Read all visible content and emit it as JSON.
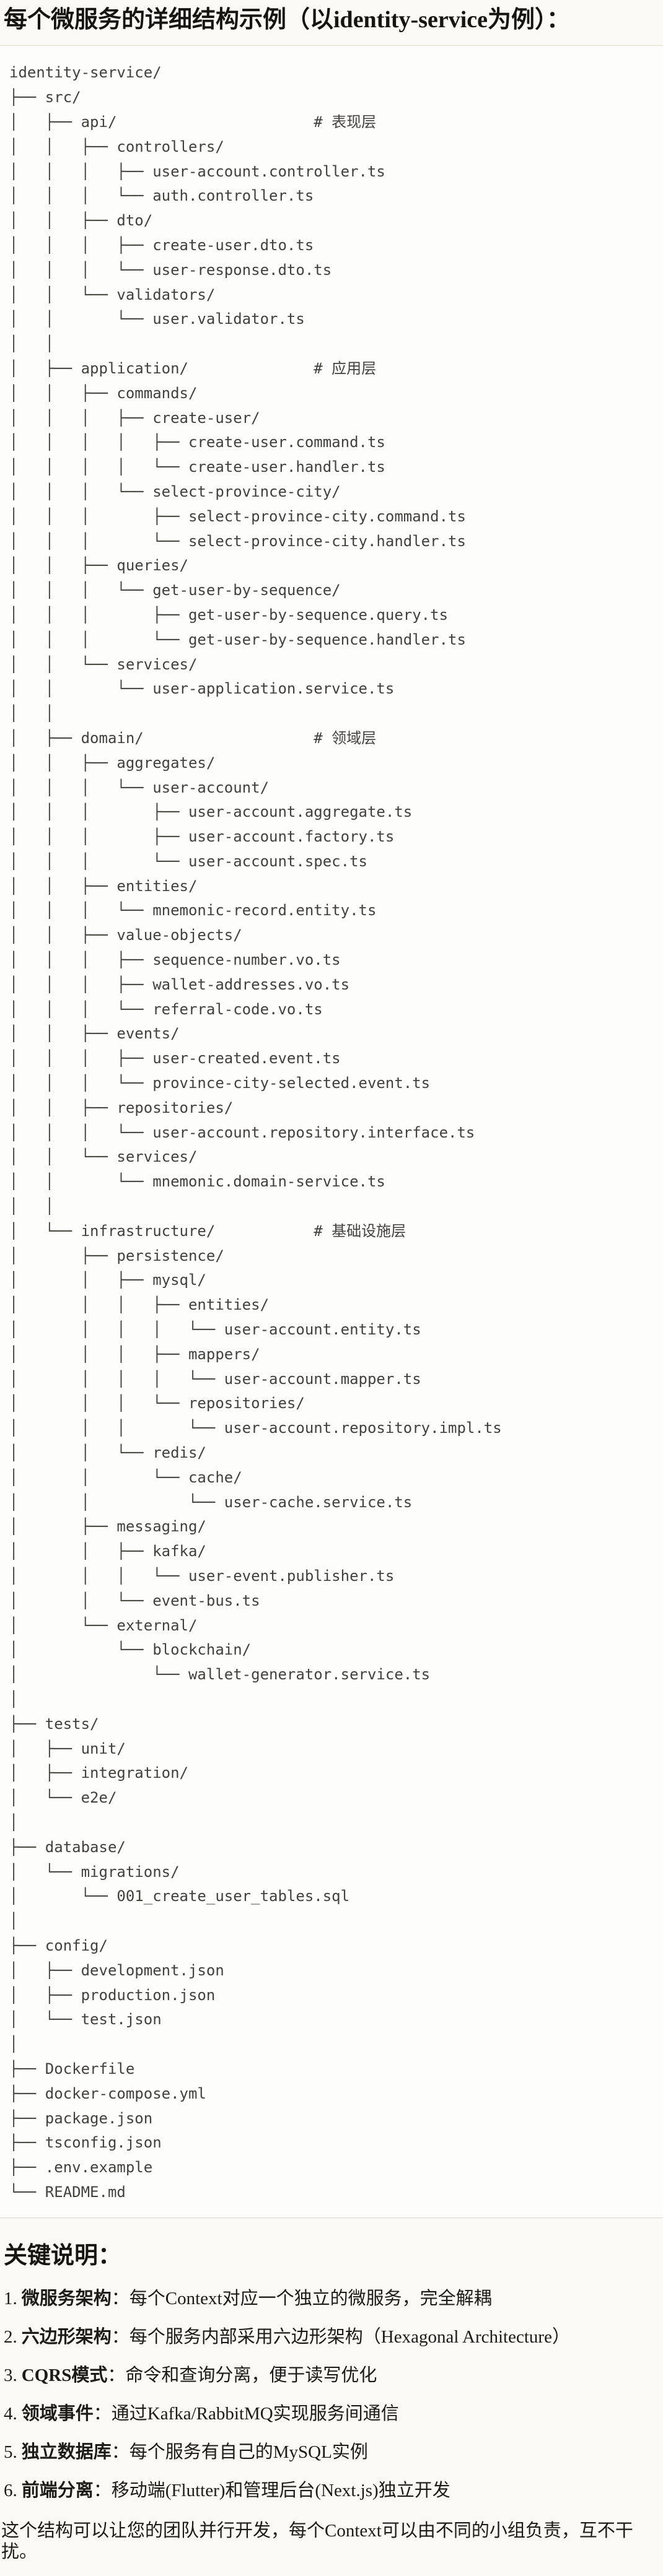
{
  "page": {
    "title_heading": "每个微服务的详细结构示例（以identity-service为例）：",
    "notes_heading": "关键说明：",
    "closing_paragraph": "这个结构可以让您的团队并行开发，每个Context可以由不同的小组负责，互不干扰。"
  },
  "code_block": {
    "lines": [
      "identity-service/",
      "├── src/",
      "│   ├── api/                      # 表现层",
      "│   │   ├── controllers/",
      "│   │   │   ├── user-account.controller.ts",
      "│   │   │   └── auth.controller.ts",
      "│   │   ├── dto/",
      "│   │   │   ├── create-user.dto.ts",
      "│   │   │   └── user-response.dto.ts",
      "│   │   └── validators/",
      "│   │       └── user.validator.ts",
      "│   │",
      "│   ├── application/              # 应用层",
      "│   │   ├── commands/",
      "│   │   │   ├── create-user/",
      "│   │   │   │   ├── create-user.command.ts",
      "│   │   │   │   └── create-user.handler.ts",
      "│   │   │   └── select-province-city/",
      "│   │   │       ├── select-province-city.command.ts",
      "│   │   │       └── select-province-city.handler.ts",
      "│   │   ├── queries/",
      "│   │   │   └── get-user-by-sequence/",
      "│   │   │       ├── get-user-by-sequence.query.ts",
      "│   │   │       └── get-user-by-sequence.handler.ts",
      "│   │   └── services/",
      "│   │       └── user-application.service.ts",
      "│   │",
      "│   ├── domain/                   # 领域层",
      "│   │   ├── aggregates/",
      "│   │   │   └── user-account/",
      "│   │   │       ├── user-account.aggregate.ts",
      "│   │   │       ├── user-account.factory.ts",
      "│   │   │       └── user-account.spec.ts",
      "│   │   ├── entities/",
      "│   │   │   └── mnemonic-record.entity.ts",
      "│   │   ├── value-objects/",
      "│   │   │   ├── sequence-number.vo.ts",
      "│   │   │   ├── wallet-addresses.vo.ts",
      "│   │   │   └── referral-code.vo.ts",
      "│   │   ├── events/",
      "│   │   │   ├── user-created.event.ts",
      "│   │   │   └── province-city-selected.event.ts",
      "│   │   ├── repositories/",
      "│   │   │   └── user-account.repository.interface.ts",
      "│   │   └── services/",
      "│   │       └── mnemonic.domain-service.ts",
      "│   │",
      "│   └── infrastructure/           # 基础设施层",
      "│       ├── persistence/",
      "│       │   ├── mysql/",
      "│       │   │   ├── entities/",
      "│       │   │   │   └── user-account.entity.ts",
      "│       │   │   ├── mappers/",
      "│       │   │   │   └── user-account.mapper.ts",
      "│       │   │   └── repositories/",
      "│       │   │       └── user-account.repository.impl.ts",
      "│       │   └── redis/",
      "│       │       └── cache/",
      "│       │           └── user-cache.service.ts",
      "│       ├── messaging/",
      "│       │   ├── kafka/",
      "│       │   │   └── user-event.publisher.ts",
      "│       │   └── event-bus.ts",
      "│       └── external/",
      "│           └── blockchain/",
      "│               └── wallet-generator.service.ts",
      "│",
      "├── tests/",
      "│   ├── unit/",
      "│   ├── integration/",
      "│   └── e2e/",
      "│",
      "├── database/",
      "│   └── migrations/",
      "│       └── 001_create_user_tables.sql",
      "│",
      "├── config/",
      "│   ├── development.json",
      "│   ├── production.json",
      "│   └── test.json",
      "│",
      "├── Dockerfile",
      "├── docker-compose.yml",
      "├── package.json",
      "├── tsconfig.json",
      "├── .env.example",
      "└── README.md"
    ]
  },
  "notes": {
    "items": [
      {
        "num": "1.",
        "term": "微服务架构",
        "rest": "：每个Context对应一个独立的微服务，完全解耦"
      },
      {
        "num": "2.",
        "term": "六边形架构",
        "rest": "：每个服务内部采用六边形架构（Hexagonal Architecture）"
      },
      {
        "num": "3.",
        "term": "CQRS模式",
        "rest": "：命令和查询分离，便于读写优化"
      },
      {
        "num": "4.",
        "term": "领域事件",
        "rest": "：通过Kafka/RabbitMQ实现服务间通信"
      },
      {
        "num": "5.",
        "term": "独立数据库",
        "rest": "：每个服务有自己的MySQL实例"
      },
      {
        "num": "6.",
        "term": "前端分离",
        "rest": "：移动端(Flutter)和管理后台(Next.js)独立开发"
      }
    ]
  }
}
